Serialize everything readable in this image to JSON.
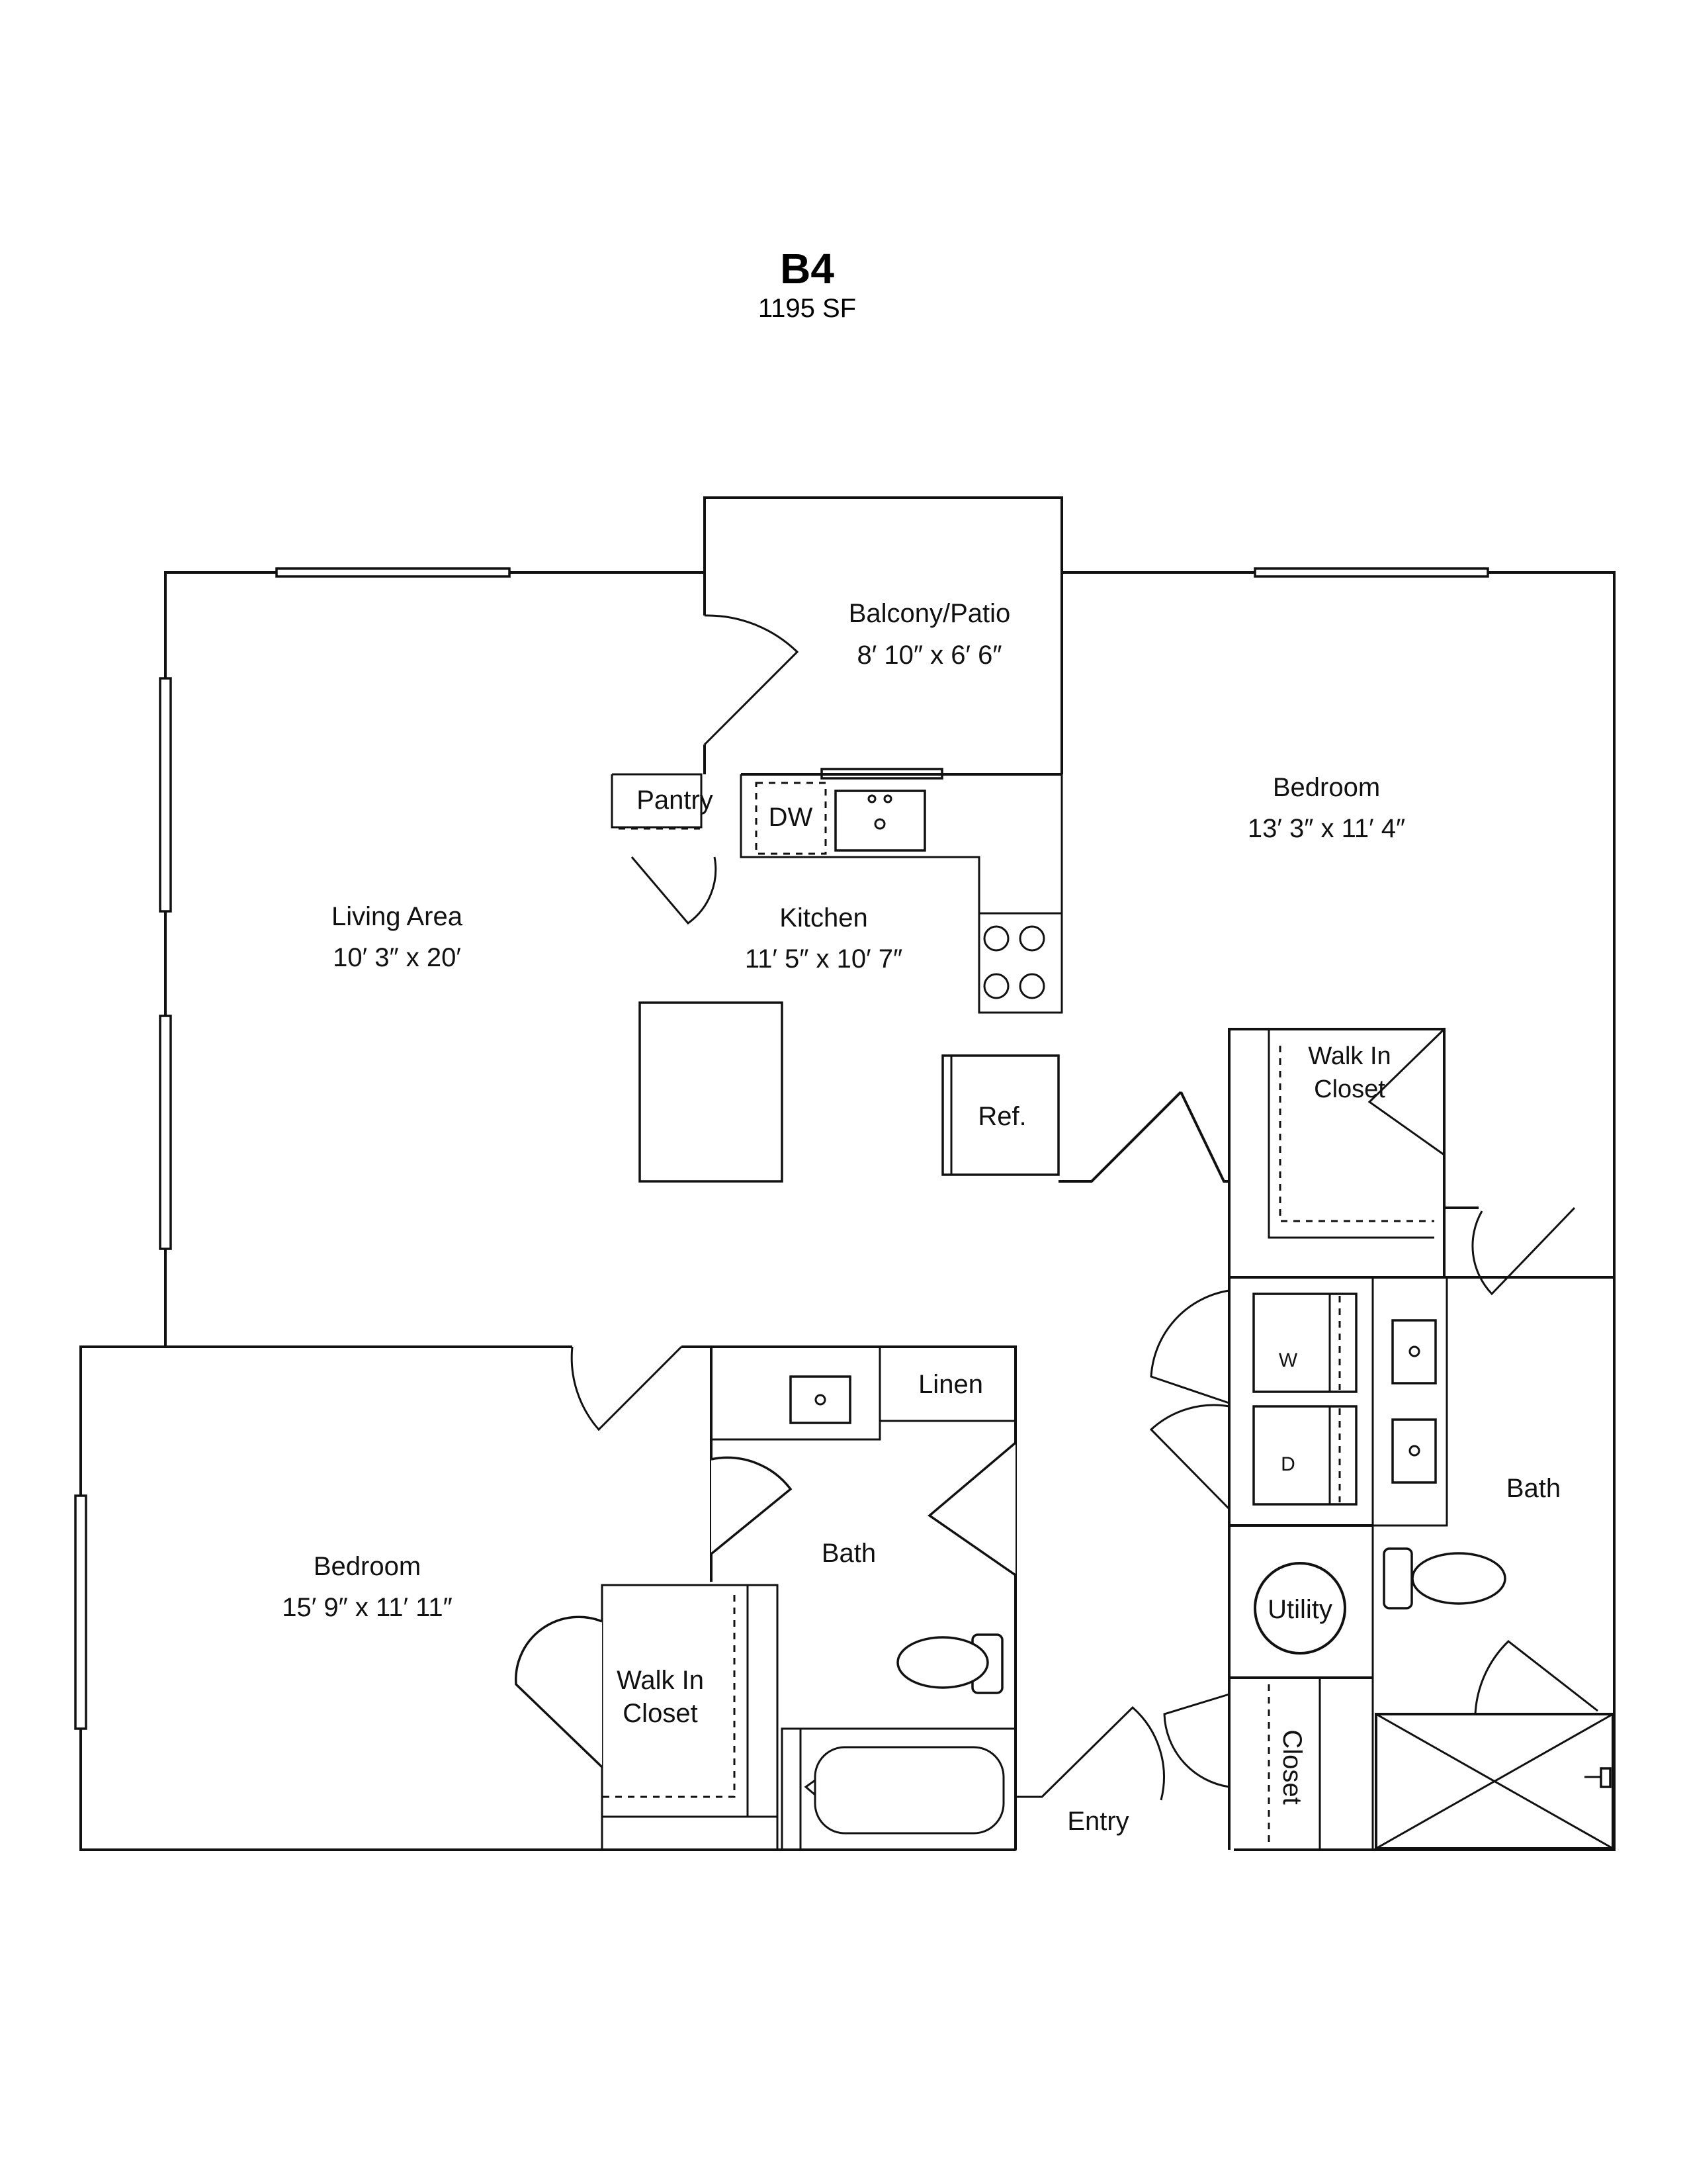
{
  "plan": {
    "name": "B4",
    "area": "1195 SF"
  },
  "rooms": {
    "balcony": {
      "name": "Balcony/Patio",
      "dims": "8′ 10″ x 6′ 6″"
    },
    "bedroom_main": {
      "name": "Bedroom",
      "dims": "13′ 3″ x 11′ 4″"
    },
    "living": {
      "name": "Living Area",
      "dims": "10′ 3″ x 20′"
    },
    "kitchen": {
      "name": "Kitchen",
      "dims": "11′ 5″ x 10′ 7″"
    },
    "bedroom_second": {
      "name": "Bedroom",
      "dims": "15′ 9″ x 11′ 11″"
    },
    "bath_second": {
      "name": "Bath"
    },
    "bath_main": {
      "name": "Bath"
    },
    "walkin_main": {
      "line1": "Walk In",
      "line2": "Closet"
    },
    "walkin_second": {
      "line1": "Walk In",
      "line2": "Closet"
    },
    "entry": {
      "name": "Entry"
    }
  },
  "fixtures": {
    "pantry": "Pantry",
    "dishwasher": "DW",
    "refrigerator": "Ref.",
    "linen": "Linen",
    "washer": "W",
    "dryer": "D",
    "utility": "Utility",
    "closet": "Closet"
  }
}
